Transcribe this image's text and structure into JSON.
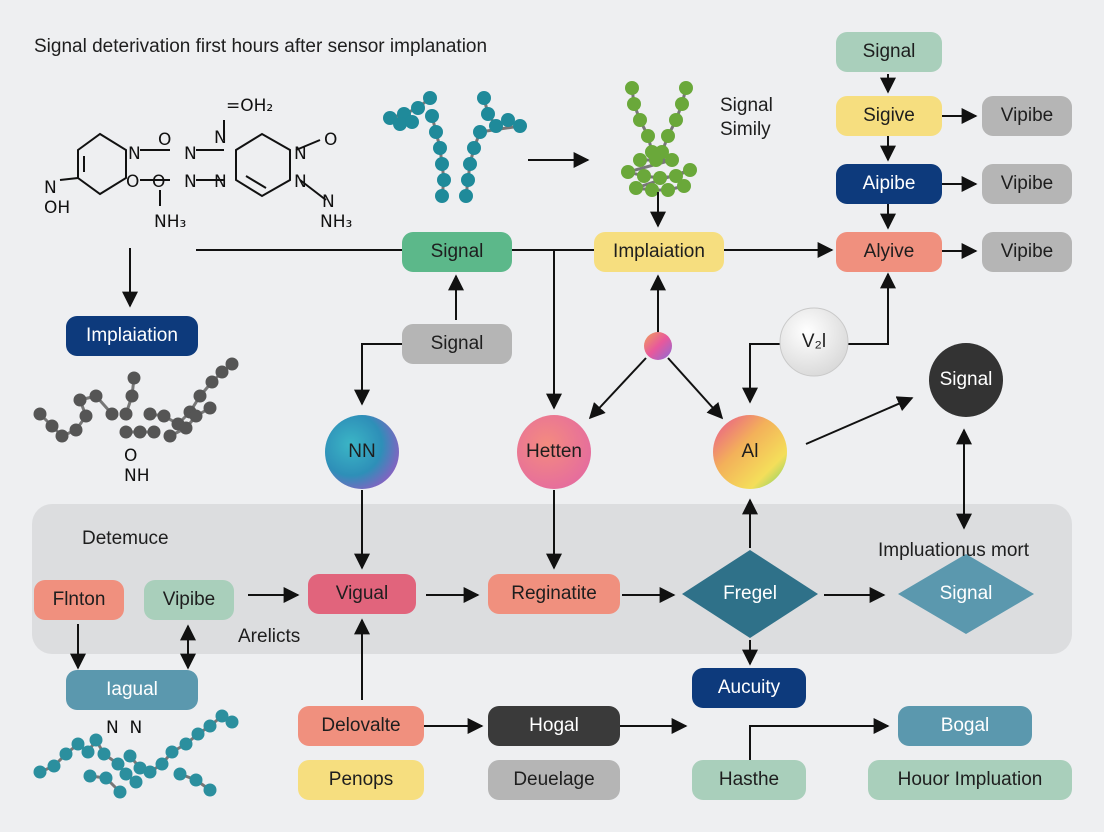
{
  "diagram": {
    "title": "Signal deterivation first hours after sensor implanation",
    "labels": {
      "signal_simily": [
        "Signal",
        "Simily"
      ],
      "detemuce": "Detemuce",
      "arelicts": "Arelicts",
      "impluationus_mort": "Impluationus mort"
    },
    "chem_labels": {
      "oh2": "=OH₂",
      "oh_left": "N\nOH",
      "nh3_a": "NH₃",
      "nh3_b": "NH₃",
      "o1": "O",
      "o2": "O",
      "o3": "O",
      "o4": "O",
      "n1": "N",
      "n2": "N",
      "n3": "N",
      "n4": "N",
      "n5": "N",
      "n6": "N",
      "n7": "N",
      "n8": "N",
      "nh_mid": "O\nNH",
      "nn_bottom": "N  N"
    },
    "nodes": {
      "signal_top": "Signal",
      "sigive": "Sigive",
      "vipibe_1": "Vipibe",
      "aipibe": "Aipibe",
      "vipibe_2": "Vipibe",
      "alyive": "Alyive",
      "vipibe_3": "Vipibe",
      "signal_green": "Signal",
      "implaiation": "Implaiation",
      "implaiation_left": "Implaiation",
      "signal_gray": "Signal",
      "v2l": "V₂l",
      "signal_dark": "Signal",
      "nn": "NN",
      "hetten": "Hetten",
      "ai": "Al",
      "flnton": "Flnton",
      "vipibe_band": "Vipibe",
      "vigual": "Vigual",
      "reginatite": "Reginatite",
      "fregel": "Fregel",
      "signal_diamond": "Signal",
      "iagual": "Iagual",
      "aucuity": "Aucuity",
      "delovalte": "Delovalte",
      "hogal": "Hogal",
      "bogal": "Bogal",
      "penops": "Penops",
      "deuelage": "Deuelage",
      "hasthe": "Hasthe",
      "houor_impluation": "Houor Impluation"
    },
    "colors": {
      "green": "#5cb88a",
      "yellow": "#f6de7f",
      "navy": "#0d3a7c",
      "salmon": "#f0907e",
      "gray": "#b5b5b5",
      "sage": "#a9cfbb",
      "teal": "#2f7189",
      "teal_light": "#5b98ae",
      "pink": "#e1647c",
      "dark": "#3a3a3a"
    }
  }
}
